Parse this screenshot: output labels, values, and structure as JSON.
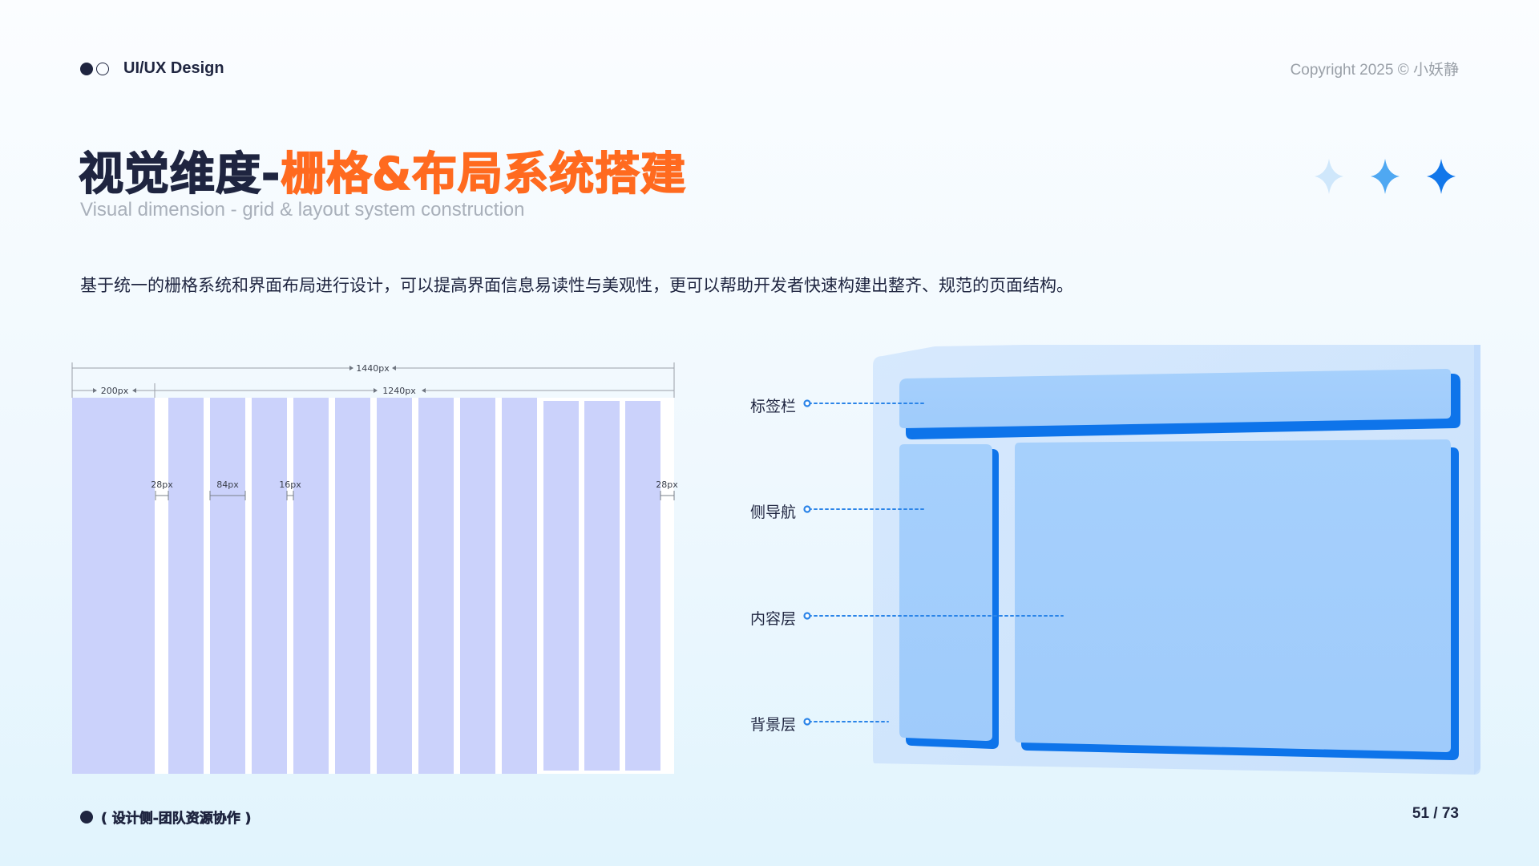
{
  "header": {
    "brand": "UI/UX Design",
    "copyright": "Copyright 2025  ©  小妖静"
  },
  "title": {
    "main": "视觉维度-",
    "accent": "栅格&布局系统搭建",
    "subtitle": "Visual dimension - grid & layout system construction"
  },
  "description": "基于统一的栅格系统和界面布局进行设计，可以提高界面信息易读性与美观性，更可以帮助开发者快速构建出整齐、规范的页面结构。",
  "grid_diagram": {
    "total_width_label": "1440px",
    "sidebar_width_label": "200px",
    "content_width_label": "1240px",
    "margin_label_left": "28px",
    "column_width_label": "84px",
    "gutter_label": "16px",
    "margin_label_right": "28px",
    "column_count": 12
  },
  "layout_diagram": {
    "labels": {
      "tab_bar": "标签栏",
      "side_nav": "侧导航",
      "content_layer": "内容层",
      "background_layer": "背景层"
    }
  },
  "footer": {
    "section": "( 设计侧-团队资源协作 )",
    "page": "51 / 73"
  },
  "colors": {
    "accent": "#ff6a1f",
    "navy": "#1f2540",
    "grid_column": "#cbd2fb",
    "panel_blue": "#a2cdfb",
    "shadow_blue": "#1a7df0",
    "connector": "#2a84e8"
  }
}
